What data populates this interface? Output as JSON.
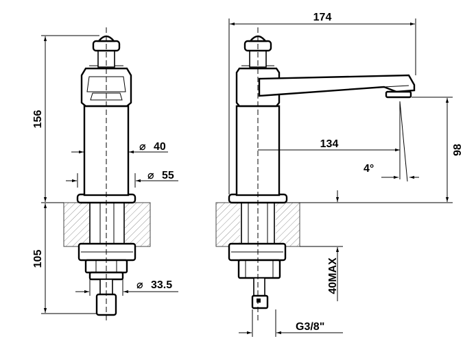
{
  "dimensions": {
    "side_height": "156",
    "side_base_height": "105",
    "body_dia": "40",
    "flange_dia": "55",
    "nut_dia": "33.5",
    "total_length": "174",
    "spout_reach": "134",
    "spout_height": "98",
    "spout_angle": "4°",
    "max_thickness": "40MAX",
    "thread": "G3/8\""
  },
  "symbols": {
    "diameter": "⌀"
  }
}
